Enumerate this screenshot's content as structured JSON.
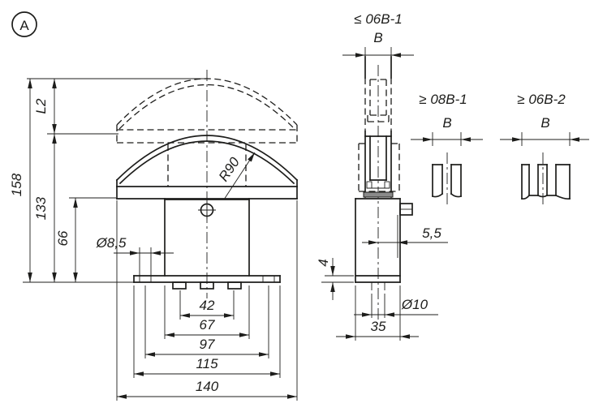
{
  "colors": {
    "line": "#1d1d1b",
    "background": "#ffffff"
  },
  "view_marker": {
    "label": "A"
  },
  "front_view": {
    "radius": "R90",
    "stroke_height": "L2",
    "height_total": "158",
    "height_lowered": "133",
    "height_body": "66",
    "hole_dia": "Ø8,5",
    "width_42": "42",
    "width_67": "67",
    "width_97": "97",
    "width_115": "115",
    "width_140": "140"
  },
  "side_view": {
    "variant": "≤ 06B-1",
    "width_b": "B",
    "offset_5_5": "5,5",
    "flange_4": "4",
    "hole_dia": "Ø10",
    "depth_35": "35"
  },
  "detail_08b1": {
    "variant": "≥ 08B-1",
    "width_b": "B"
  },
  "detail_06b2": {
    "variant": "≥ 06B-2",
    "width_b": "B"
  }
}
